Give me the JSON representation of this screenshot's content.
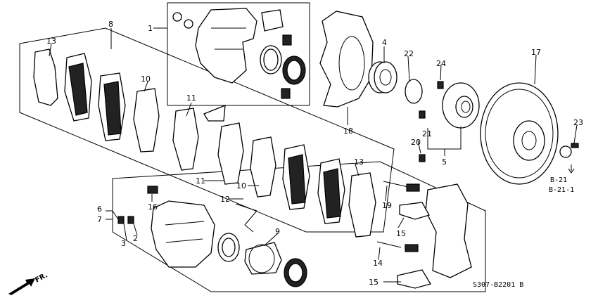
{
  "callouts": [
    {
      "id": "c1",
      "text": "1"
    },
    {
      "id": "c2",
      "text": "2"
    },
    {
      "id": "c3",
      "text": "3"
    },
    {
      "id": "c4",
      "text": "4"
    },
    {
      "id": "c5",
      "text": "5"
    },
    {
      "id": "c6",
      "text": "6"
    },
    {
      "id": "c7",
      "text": "7"
    },
    {
      "id": "c8",
      "text": "8"
    },
    {
      "id": "c9",
      "text": "9"
    },
    {
      "id": "c10a",
      "text": "10"
    },
    {
      "id": "c10b",
      "text": "10"
    },
    {
      "id": "c11a",
      "text": "11"
    },
    {
      "id": "c11b",
      "text": "11"
    },
    {
      "id": "c12",
      "text": "12"
    },
    {
      "id": "c13a",
      "text": "13"
    },
    {
      "id": "c13b",
      "text": "13"
    },
    {
      "id": "c14",
      "text": "14"
    },
    {
      "id": "c15a",
      "text": "15"
    },
    {
      "id": "c15b",
      "text": "15"
    },
    {
      "id": "c16",
      "text": "16"
    },
    {
      "id": "c17",
      "text": "17"
    },
    {
      "id": "c18",
      "text": "18"
    },
    {
      "id": "c19",
      "text": "19"
    },
    {
      "id": "c20",
      "text": "20"
    },
    {
      "id": "c21",
      "text": "21"
    },
    {
      "id": "c22",
      "text": "22"
    },
    {
      "id": "c23",
      "text": "23"
    },
    {
      "id": "c24",
      "text": "24"
    }
  ],
  "refs": {
    "b21": "B-21",
    "b211": "B-21-1"
  },
  "front_label": "FR.",
  "diagram_code": "S307-B2201 B"
}
